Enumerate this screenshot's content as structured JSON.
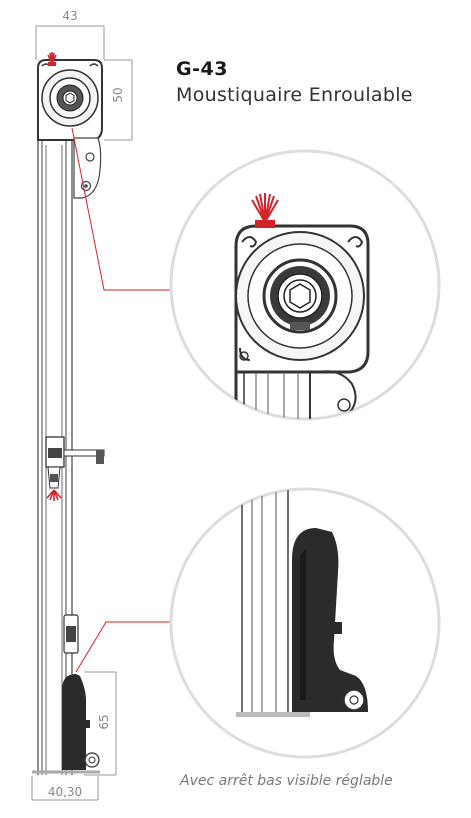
{
  "product": {
    "code": "G-43",
    "name": "Moustiquaire Enroulable"
  },
  "caption": "Avec arrêt bas visible réglable",
  "dimensions": {
    "box_width": "43",
    "box_height": "50",
    "bottom_height": "65",
    "rail_width": "40,30"
  },
  "colors": {
    "accent_red": "#d2232a",
    "profile_dark": "#2b2b2b",
    "outline": "#444444",
    "dimension_gray": "#9a9a9a"
  }
}
